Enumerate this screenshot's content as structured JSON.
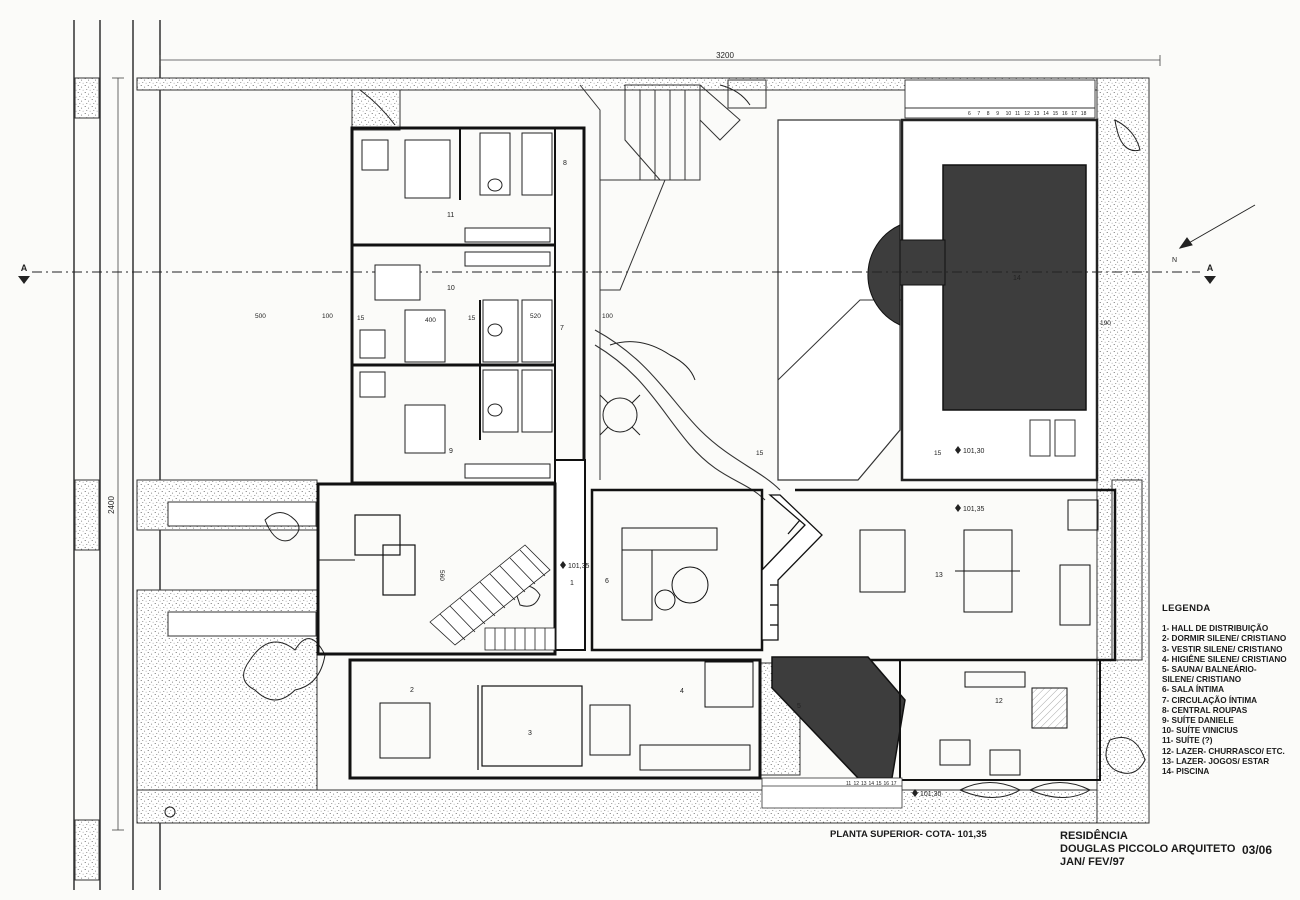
{
  "drawing": {
    "dimensions": {
      "overall_width": "3200",
      "overall_depth": "2400",
      "d500": "500",
      "d100a": "100",
      "d100b": "100",
      "d190": "190",
      "d15a": "15",
      "d15b": "15",
      "d15c": "15",
      "d15d": "15",
      "d400": "400",
      "d560": "560",
      "d520": "520"
    },
    "section_marks": {
      "left": "A",
      "right": "A"
    },
    "north_label": "N",
    "levels": {
      "l1": "101,35",
      "l2": "101,30",
      "l3": "101,35",
      "l4": "101,30"
    },
    "room_numbers": {
      "r1": "1",
      "r2": "2",
      "r3": "3",
      "r4": "4",
      "r5": "5",
      "r6": "6",
      "r7": "7",
      "r8": "8",
      "r9": "9",
      "r10": "10",
      "r11": "11",
      "r12": "12",
      "r13": "13",
      "r14": "14"
    },
    "stair_steps_top": [
      "6",
      "7",
      "8",
      "9",
      "10",
      "11",
      "12",
      "13",
      "14",
      "15",
      "16",
      "17",
      "18"
    ],
    "stair_steps_bottom": [
      "11",
      "12",
      "13",
      "14",
      "15",
      "16",
      "17"
    ]
  },
  "legend": {
    "title": "LEGENDA",
    "items": [
      "1- HALL DE DISTRIBUIÇÃO",
      "2- DORMIR SILENE/ CRISTIANO",
      "3- VESTIR SILENE/ CRISTIANO",
      "4- HIGIÊNE SILENE/ CRISTIANO",
      "5- SAUNA/ BALNEÁRIO-",
      "      SILENE/ CRISTIANO",
      "6- SALA ÍNTIMA",
      "7- CIRCULAÇÃO ÍNTIMA",
      "8- CENTRAL ROUPAS",
      "9- SUÍTE DANIELE",
      "10- SUÍTE VINICIUS",
      "11- SUÍTE (?)",
      "12- LAZER- CHURRASCO/ ETC.",
      "13- LAZER- JOGOS/ ESTAR",
      "14- PISCINA"
    ]
  },
  "caption": "PLANTA SUPERIOR- COTA- 101,35",
  "title_block": {
    "line1": "RESIDÊNCIA",
    "line2": "DOUGLAS PICCOLO ARQUITETO",
    "line3": "JAN/ FEV/97",
    "sheet": "03/06"
  }
}
